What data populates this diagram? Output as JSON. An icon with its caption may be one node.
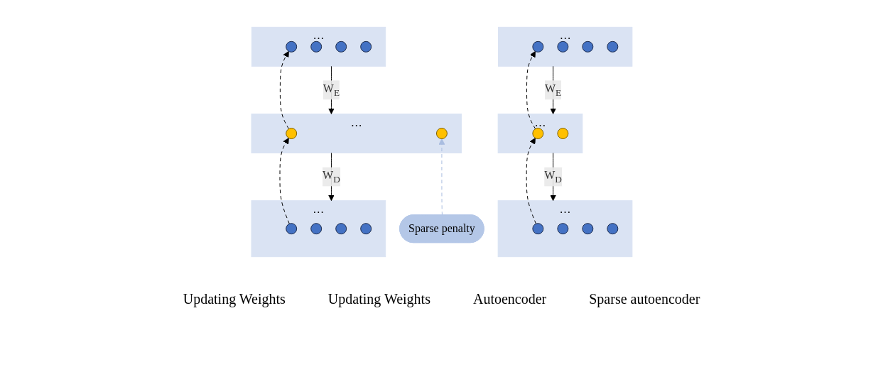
{
  "diagram": {
    "nodes": [
      {
        "text": [
          "…"
        ]
      },
      {
        "text": [],
        "shape": "circle",
        "in": 0
      },
      {
        "text": [],
        "shape": "circle",
        "in": 0
      },
      {
        "text": [],
        "shape": "circle",
        "in": 0
      },
      {
        "text": [],
        "shape": "circle",
        "in": 0
      },
      {
        "text": [
          "…"
        ]
      },
      {
        "text": [],
        "shape": "circle",
        "in": 5
      },
      {
        "text": [],
        "shape": "circle",
        "in": 5
      },
      {
        "text": [
          "…"
        ]
      },
      {
        "text": [],
        "shape": "circle",
        "in": 8
      },
      {
        "text": [],
        "shape": "circle",
        "in": 8
      },
      {
        "text": [],
        "shape": "circle",
        "in": 8
      },
      {
        "text": [],
        "shape": "circle",
        "in": 8
      },
      {
        "text": [
          "…"
        ]
      },
      {
        "text": [],
        "shape": "circle",
        "in": 13
      },
      {
        "text": [],
        "shape": "circle",
        "in": 13
      },
      {
        "text": [],
        "shape": "circle",
        "in": 13
      },
      {
        "text": [],
        "shape": "circle",
        "in": 13
      },
      {
        "text": [
          "…"
        ]
      },
      {
        "text": [],
        "shape": "circle",
        "in": 18
      },
      {
        "text": [],
        "shape": "circle",
        "in": 18
      },
      {
        "text": [
          "Sparse penalty"
        ]
      },
      {
        "text": [
          "…"
        ]
      },
      {
        "text": [],
        "shape": "circle",
        "in": 22
      },
      {
        "text": [],
        "shape": "circle",
        "in": 22
      },
      {
        "text": [],
        "shape": "circle",
        "in": 22
      },
      {
        "text": [],
        "shape": "circle",
        "in": 22
      }
    ],
    "edges": [
      {
        "from": 8,
        "to": 5,
        "arrow": "to",
        "label": "W$_{E}$"
      },
      {
        "from": 5,
        "to": 0,
        "arrow": "to",
        "label": "W$_{D}$"
      },
      {
        "from": 1,
        "to": 6,
        "arrow": "to",
        "style": "dashed"
      },
      {
        "from": 6,
        "to": 9,
        "arrow": "to",
        "style": "dashed"
      },
      {
        "from": 22,
        "to": 18,
        "arrow": "to",
        "label": "W$_{E}$"
      },
      {
        "from": 18,
        "to": 13,
        "arrow": "to",
        "label": "W$_{D}$"
      },
      {
        "from": 14,
        "to": 19,
        "arrow": "to",
        "style": "dashed"
      },
      {
        "from": 19,
        "to": 23,
        "arrow": "to",
        "style": "dashed"
      },
      {
        "from": 21,
        "to": 20,
        "arrow": "to",
        "style": "dashed",
        "color": "#a9bde0"
      }
    ],
    "labels": [
      "Updating Weights",
      "Updating Weights",
      "Autoencoder",
      "Sparse autoencoder"
    ]
  }
}
